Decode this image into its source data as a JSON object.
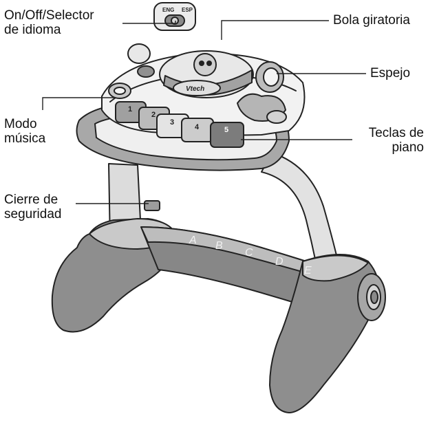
{
  "labels": {
    "power_line1": "On/Off/Selector",
    "power_line2": "de idioma",
    "ball": "Bola giratoria",
    "mirror": "Espejo",
    "music_line1": "Modo",
    "music_line2": "música",
    "keys_line1": "Teclas de",
    "keys_line2": "piano",
    "lock_line1": "Cierre de",
    "lock_line2": "seguridad"
  },
  "switch": {
    "left": "ENG",
    "right": "ESP"
  },
  "brand": "Vtech",
  "keys": [
    "1",
    "2",
    "3",
    "4",
    "5"
  ],
  "letters": [
    "A",
    "B",
    "C",
    "D",
    "E"
  ],
  "colors": {
    "outline": "#222222",
    "light_gray": "#e4e4e4",
    "mid_gray": "#9a9a9a",
    "dark_gray": "#707070"
  }
}
